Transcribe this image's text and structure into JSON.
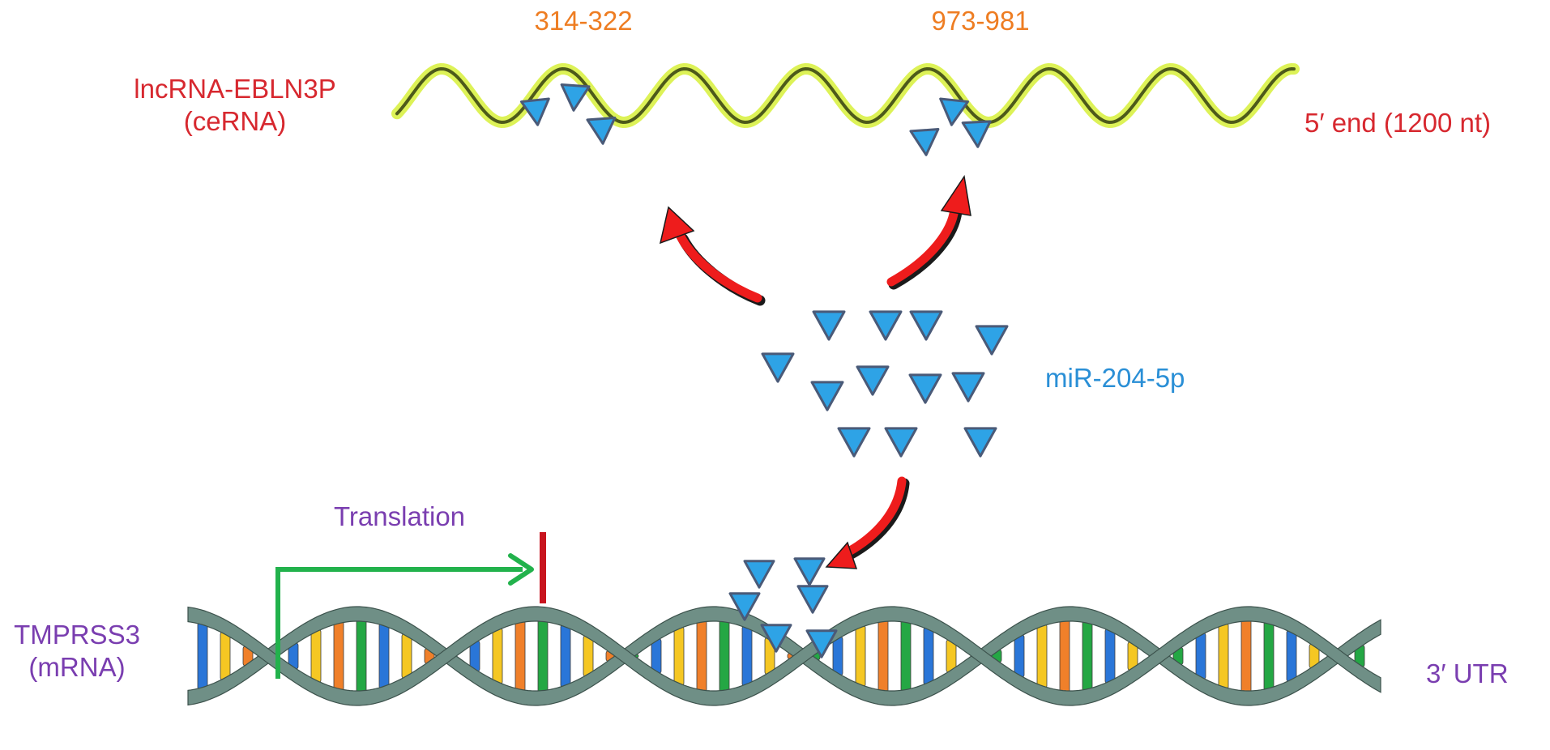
{
  "colors": {
    "lncrna_label": "#d7282f",
    "site_label": "#ee7d22",
    "mirna_label": "#2a8fd6",
    "mrna_label": "#7a3eb0",
    "lncrna_strand": "#4d5a1a",
    "lncrna_glow": "#d7f03a",
    "mirna_fill": "#2ea3e6",
    "mirna_stroke": "#4a5a78",
    "arrow_red": "#ee1c1c",
    "translation_green": "#22b24c",
    "block_bar": "#c8141e",
    "helix_band": "#6f8f86",
    "base_colors": [
      "#1f6fd6",
      "#f5c518",
      "#f07a1f",
      "#19a33a"
    ]
  },
  "icons": {
    "mirna_marker": "triangle-down",
    "binding_arrow": "curved-arrow",
    "translation_arrow": "elbow-arrow",
    "block": "inhibition-bar"
  },
  "lncrna": {
    "name": "lncRNA-EBLN3P",
    "role": "(ceRNA)",
    "end_label": "5′ end (1200 nt)",
    "sites": [
      "314-322",
      "973-981"
    ]
  },
  "mirna": {
    "name": "miR-204-5p"
  },
  "mrna": {
    "name": "TMPRSS3",
    "role": "(mRNA)",
    "end_label": "3′ UTR",
    "translation_label": "Translation"
  }
}
